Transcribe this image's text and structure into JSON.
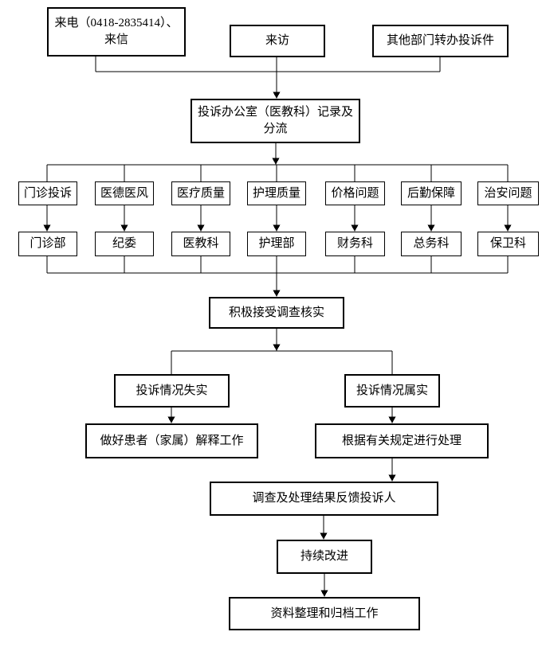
{
  "colors": {
    "background": "#ffffff",
    "line": "#000000",
    "text": "#000000"
  },
  "flowchart": {
    "sources": {
      "phone_letter": "来电（0418-2835414）、\n来信",
      "visit": "来访",
      "transfer": "其他部门转办投诉件"
    },
    "intake": "投诉办公室（医教科）记录及\n分流",
    "categories": [
      "门诊投诉",
      "医德医风",
      "医疗质量",
      "护理质量",
      "价格问题",
      "后勤保障",
      "治安问题"
    ],
    "departments": [
      "门诊部",
      "纪委",
      "医教科",
      "护理部",
      "财务科",
      "总务科",
      "保卫科"
    ],
    "verification": "积极接受调查核实",
    "branches": {
      "false_condition": "投诉情况失实",
      "false_action": "做好患者（家属）解释工作",
      "true_condition": "投诉情况属实",
      "true_action": "根据有关规定进行处理"
    },
    "feedback": "调查及处理结果反馈投诉人",
    "improvement": "持续改进",
    "archiving": "资料整理和归档工作"
  }
}
